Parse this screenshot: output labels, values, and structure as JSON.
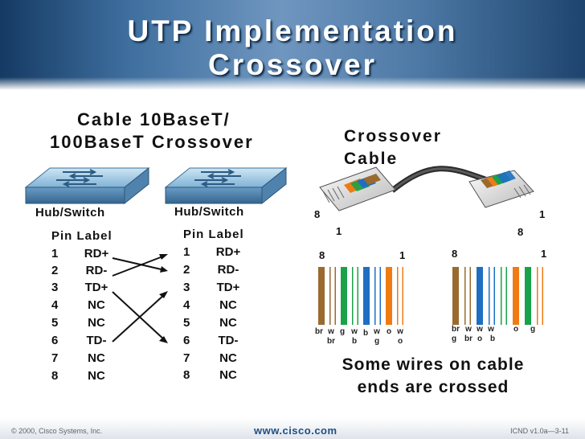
{
  "slide": {
    "title_line1": "UTP Implementation",
    "title_line2": "Crossover",
    "cable_heading_line1": "Cable 10BaseT/",
    "cable_heading_line2": "100BaseT Crossover",
    "crossover_label_line1": "Crossover",
    "crossover_label_line2": "Cable",
    "bottom_text_line1": "Some wires on cable",
    "bottom_text_line2": "ends are crossed"
  },
  "hub_left": {
    "label": "Hub/Switch",
    "pin_header": "Pin Label",
    "pins": [
      {
        "num": "1",
        "label": "RD+"
      },
      {
        "num": "2",
        "label": "RD-"
      },
      {
        "num": "3",
        "label": "TD+"
      },
      {
        "num": "4",
        "label": "NC"
      },
      {
        "num": "5",
        "label": "NC"
      },
      {
        "num": "6",
        "label": "TD-"
      },
      {
        "num": "7",
        "label": "NC"
      },
      {
        "num": "8",
        "label": "NC"
      }
    ]
  },
  "hub_right": {
    "label": "Hub/Switch",
    "pin_header": "Pin Label",
    "pins": [
      {
        "num": "1",
        "label": "RD+"
      },
      {
        "num": "2",
        "label": "RD-"
      },
      {
        "num": "3",
        "label": "TD+"
      },
      {
        "num": "4",
        "label": "NC"
      },
      {
        "num": "5",
        "label": "NC"
      },
      {
        "num": "6",
        "label": "TD-"
      },
      {
        "num": "7",
        "label": "NC"
      },
      {
        "num": "8",
        "label": "NC"
      }
    ]
  },
  "connector_numbers": {
    "left_outer": "8",
    "left_inner": "1",
    "right_outer": "1",
    "right_inner": "8",
    "wires_left_start": "8",
    "wires_left_end": "1",
    "wires_right_start": "8",
    "wires_right_end": "1"
  },
  "wire_labels_left": {
    "top": [
      "br",
      "w",
      "g",
      "w",
      "b",
      "w",
      "o",
      "w"
    ],
    "bottom": [
      "br",
      "b",
      "g",
      "o"
    ]
  },
  "wire_labels_right": {
    "top": [
      "br",
      "w",
      "w",
      "w",
      "o",
      "g"
    ],
    "bottom": [
      "g",
      "br",
      "o",
      "b"
    ]
  },
  "colors": {
    "brown": "#9a6a2e",
    "white": "#ffffff",
    "green": "#19a24a",
    "blue": "#1e6fc2",
    "orange": "#f07b14",
    "title_blue": "#1f4f86"
  },
  "footer": {
    "left": "© 2000, Cisco Systems, Inc.",
    "center": "www.cisco.com",
    "right": "ICND v1.0a—3-11"
  }
}
